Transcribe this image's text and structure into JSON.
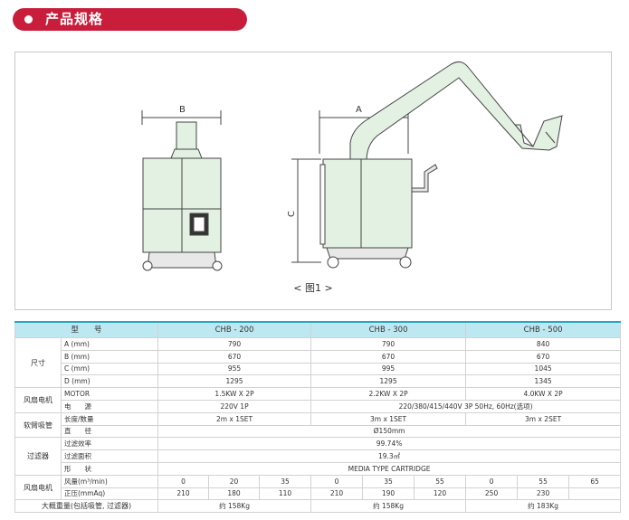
{
  "section": {
    "title": "产品规格"
  },
  "figure": {
    "caption": "< 图1 >",
    "dim_a": "A",
    "dim_b": "B",
    "dim_c": "C"
  },
  "colors": {
    "accent": "#c81e3c",
    "header_bg": "#bde8f1",
    "machine_fill": "#e2f1e2"
  },
  "table": {
    "header": {
      "model": "型　　号",
      "m1": "CHB - 200",
      "m2": "CHB - 300",
      "m3": "CHB - 500"
    },
    "size": {
      "cat": "尺寸",
      "a": {
        "label": "A (mm)",
        "v": [
          "790",
          "790",
          "840"
        ]
      },
      "b": {
        "label": "B (mm)",
        "v": [
          "670",
          "670",
          "670"
        ]
      },
      "c": {
        "label": "C (mm)",
        "v": [
          "955",
          "995",
          "1045"
        ]
      },
      "d": {
        "label": "D (mm)",
        "v": [
          "1295",
          "1295",
          "1345"
        ]
      }
    },
    "motor": {
      "cat": "风扇电机",
      "motor": {
        "label": "MOTOR",
        "v": [
          "1.5KW X 2P",
          "2.2KW X 2P",
          "4.0KW X 2P"
        ]
      },
      "power": {
        "label": "电　　源",
        "v1": "220V 1P",
        "v2": "220/380/415/440V 3P 50Hz, 60Hz(选项)"
      }
    },
    "arm": {
      "cat": "软臂吸管",
      "len": {
        "label": "长度/数量",
        "v": [
          "2m x 1SET",
          "3m x 1SET",
          "3m x 2SET"
        ]
      },
      "dia": {
        "label": "直　　径",
        "v": "Ø150mm"
      }
    },
    "filter": {
      "cat": "过滤器",
      "eff": {
        "label": "过滤效率",
        "v": "99.74%"
      },
      "area": {
        "label": "过滤面积",
        "v": "19.3㎡"
      },
      "shape": {
        "label": "形　　状",
        "v": "MEDIA TYPE CARTRIDGE"
      }
    },
    "fan": {
      "cat": "风扇电机",
      "flow": {
        "label": "风量(m³/min)",
        "v": [
          "0",
          "20",
          "35",
          "0",
          "35",
          "55",
          "0",
          "55",
          "65"
        ]
      },
      "press": {
        "label": "正压(mmAq)",
        "v": [
          "210",
          "180",
          "110",
          "210",
          "190",
          "120",
          "250",
          "230",
          ""
        ]
      }
    },
    "weight": {
      "label": "大概重量(包括吸管, 过滤器)",
      "v": [
        "约 158Kg",
        "约 158Kg",
        "约 183Kg"
      ]
    }
  }
}
